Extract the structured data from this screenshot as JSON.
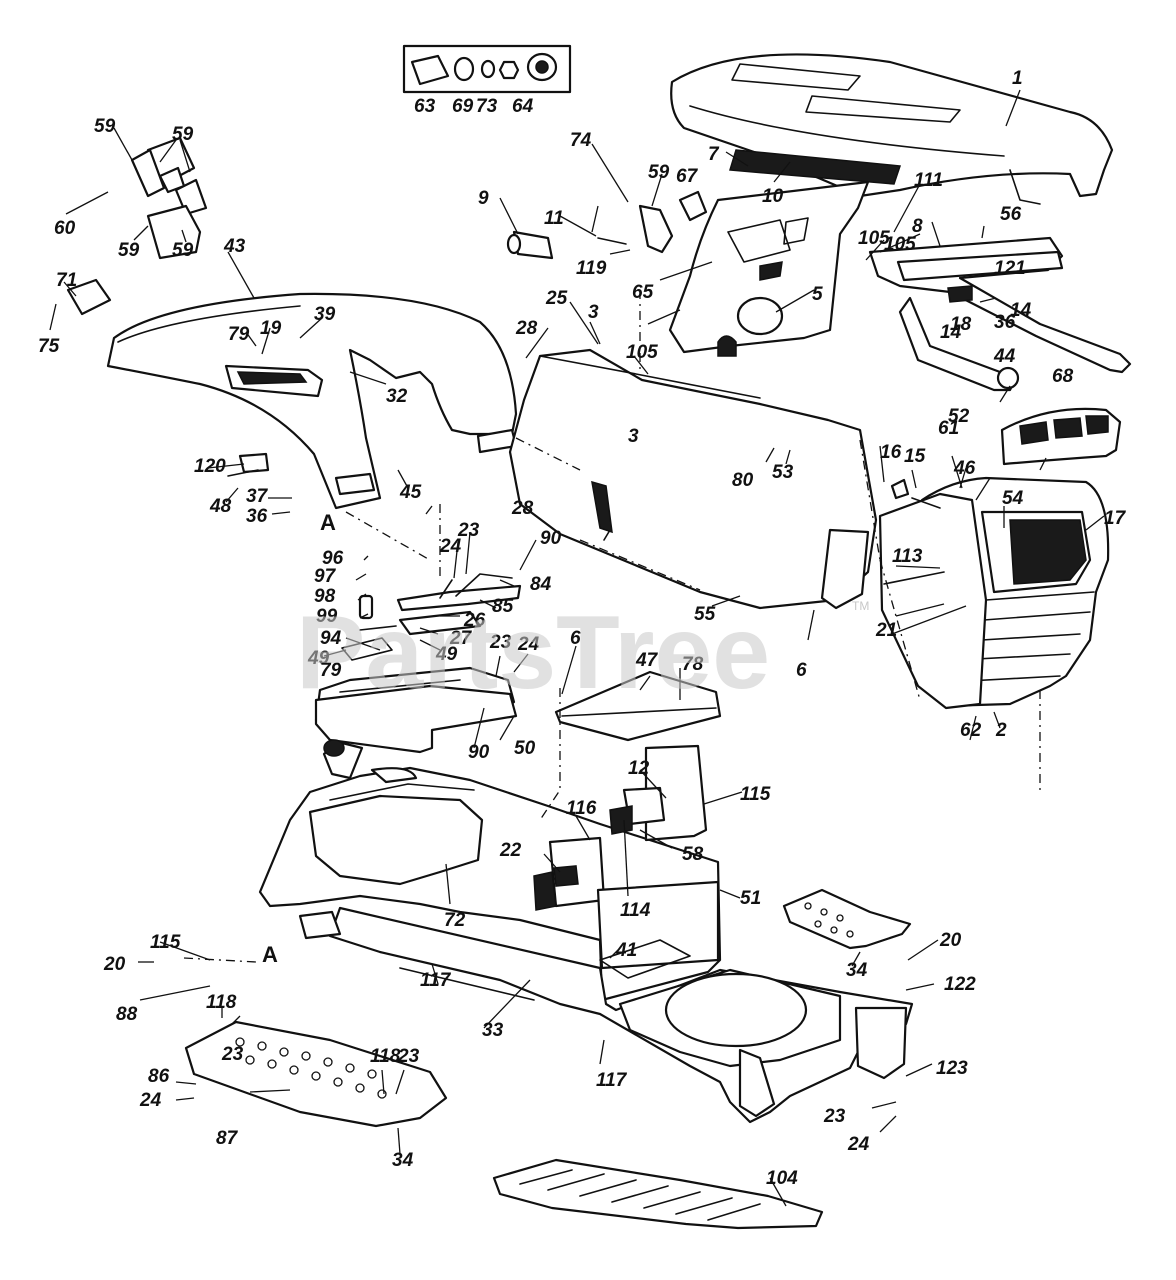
{
  "watermark": {
    "text": "PartsTree",
    "trademark": "TM"
  },
  "reference_markers": {
    "a1": "A",
    "a2": "A"
  },
  "callouts": {
    "c1": "1",
    "c2": "2",
    "c3a": "3",
    "c3b": "3",
    "c5": "5",
    "c6a": "6",
    "c6b": "6",
    "c7": "7",
    "c8": "8",
    "c9": "9",
    "c10": "10",
    "c11": "11",
    "c12": "12",
    "c14a": "14",
    "c14b": "14",
    "c15": "15",
    "c16": "16",
    "c17": "17",
    "c18": "18",
    "c19": "19",
    "c20a": "20",
    "c20b": "20",
    "c21": "21",
    "c22": "22",
    "c23a": "23",
    "c23b": "23",
    "c23c": "23",
    "c23d": "23",
    "c23e": "23",
    "c24a": "24",
    "c24b": "24",
    "c24c": "24",
    "c24d": "24",
    "c25": "25",
    "c26": "26",
    "c27": "27",
    "c28a": "28",
    "c28b": "28",
    "c32": "32",
    "c33": "33",
    "c34a": "34",
    "c34b": "34",
    "c36a": "36",
    "c36b": "36",
    "c37": "37",
    "c39": "39",
    "c41": "41",
    "c43": "43",
    "c44": "44",
    "c45": "45",
    "c46": "46",
    "c47": "47",
    "c48": "48",
    "c49a": "49",
    "c49b": "49",
    "c50": "50",
    "c51": "51",
    "c52": "52",
    "c53": "53",
    "c54": "54",
    "c55": "55",
    "c56": "56",
    "c58": "58",
    "c59a": "59",
    "c59b": "59",
    "c59c": "59",
    "c59d": "59",
    "c59e": "59",
    "c60": "60",
    "c61": "61",
    "c62": "62",
    "c63": "63",
    "c64": "64",
    "c65": "65",
    "c67": "67",
    "c68": "68",
    "c69": "69",
    "c71": "71",
    "c72": "72",
    "c73": "73",
    "c74": "74",
    "c75": "75",
    "c78": "78",
    "c79a": "79",
    "c79b": "79",
    "c80": "80",
    "c84": "84",
    "c85": "85",
    "c86": "86",
    "c87": "87",
    "c88": "88",
    "c90a": "90",
    "c90b": "90",
    "c94": "94",
    "c96": "96",
    "c97": "97",
    "c98": "98",
    "c99": "99",
    "c104": "104",
    "c105a": "105",
    "c105b": "105",
    "c105c": "105",
    "c111": "111",
    "c113": "113",
    "c114": "114",
    "c115a": "115",
    "c115b": "115",
    "c116": "116",
    "c117a": "117",
    "c117b": "117",
    "c118a": "118",
    "c118b": "118",
    "c119": "119",
    "c120": "120",
    "c121": "121",
    "c122": "122",
    "c123": "123"
  }
}
